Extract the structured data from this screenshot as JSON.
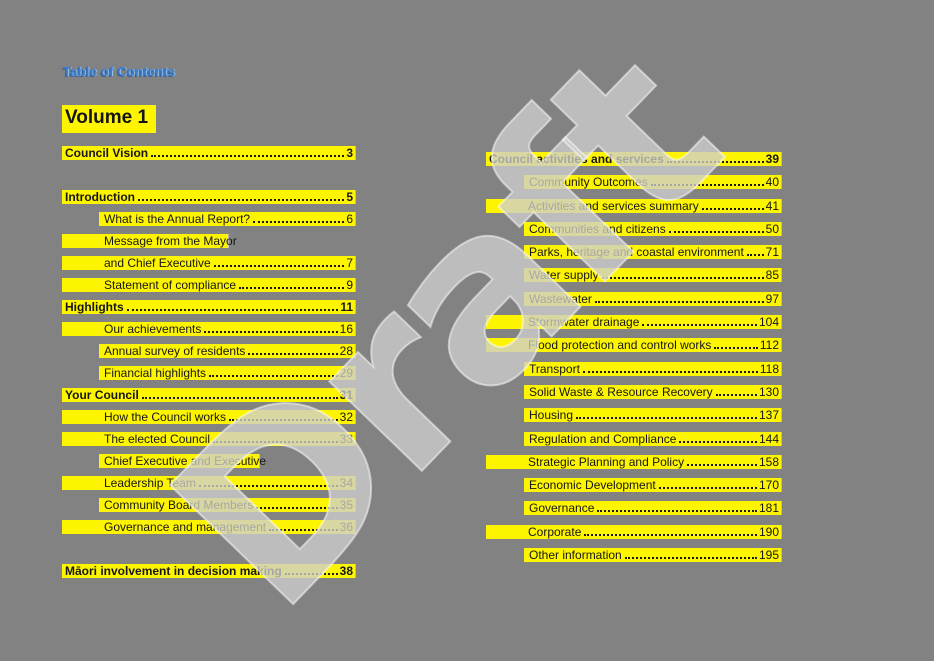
{
  "page": {
    "title": "Table of Contents",
    "volume_heading": "Volume 1",
    "watermark": "Draft",
    "colors": {
      "background": "#828282",
      "highlight": "#fdf400",
      "title_blue": "#3d7cc7",
      "text": "#161616",
      "watermark_gray": "#cecece"
    }
  },
  "toc": {
    "left_column": [
      {
        "label": "Council Vision",
        "page": "3",
        "bold": true,
        "bar": "full"
      },
      {
        "spacer": true
      },
      {
        "label": "Introduction",
        "page": "5",
        "bold": true,
        "bar": "full"
      },
      {
        "label": "What is the Annual Report?",
        "page": "6",
        "bar": "indent"
      },
      {
        "label": "Message from the Mayor",
        "bar": "full-short"
      },
      {
        "label": "and Chief Executive",
        "page": "7",
        "bar": "full"
      },
      {
        "label": "Statement of compliance",
        "page": "9",
        "bar": "full"
      },
      {
        "label": "Highlights",
        "page": "11",
        "bold": true,
        "bar": "full"
      },
      {
        "label": "Our achievements",
        "page": "16",
        "bar": "full"
      },
      {
        "label": "Annual survey of residents",
        "page": "28",
        "bar": "indent"
      },
      {
        "label": "Financial highlights",
        "page": "29",
        "bar": "indent"
      },
      {
        "label": "Your Council",
        "page": "31",
        "bold": true,
        "bar": "full"
      },
      {
        "label": "How the Council works",
        "page": "32",
        "bar": "full"
      },
      {
        "label": "The elected Council",
        "page": "33",
        "bar": "full"
      },
      {
        "label": "Chief Executive and Executive",
        "bar": "indent-short"
      },
      {
        "label": "Leadership Team",
        "page": "34",
        "bar": "full"
      },
      {
        "label": "Community Board Members",
        "page": "35",
        "bar": "indent"
      },
      {
        "label": "Governance and management",
        "page": "36",
        "bar": "full"
      },
      {
        "spacer": true
      },
      {
        "label": "Māori involvement in decision making",
        "page": "38",
        "bold": true,
        "bar": "full"
      }
    ],
    "right_column": [
      {
        "label": "Council activities and services",
        "page": "39",
        "bold": true,
        "bar": "full"
      },
      {
        "label": "Community Outcomes",
        "page": "40",
        "bar": "indent"
      },
      {
        "label": "Activities and services summary",
        "page": "41",
        "bar": "full"
      },
      {
        "label": "Communities and citizens",
        "page": "50",
        "bar": "indent"
      },
      {
        "label": "Parks, heritage and coastal environment",
        "page": "71",
        "bar": "indent"
      },
      {
        "label": "Water supply",
        "page": "85",
        "bar": "indent"
      },
      {
        "label": "Wastewater",
        "page": "97",
        "bar": "indent"
      },
      {
        "label": "Stormwater drainage",
        "page": "104",
        "bar": "full"
      },
      {
        "label": "Flood protection and control works",
        "page": "112",
        "bar": "full"
      },
      {
        "label": "Transport",
        "page": "118",
        "bar": "indent"
      },
      {
        "label": "Solid Waste & Resource Recovery",
        "page": "130",
        "bar": "indent"
      },
      {
        "label": "Housing",
        "page": "137",
        "bar": "indent"
      },
      {
        "label": "Regulation and Compliance",
        "page": "144",
        "bar": "indent"
      },
      {
        "label": "Strategic Planning and Policy",
        "page": "158",
        "bar": "full"
      },
      {
        "label": "Economic Development",
        "page": "170",
        "bar": "indent"
      },
      {
        "label": "Governance",
        "page": "181",
        "bar": "indent"
      },
      {
        "label": "Corporate",
        "page": "190",
        "bar": "full"
      },
      {
        "label": "Other information",
        "page": "195",
        "bar": "indent"
      }
    ]
  }
}
